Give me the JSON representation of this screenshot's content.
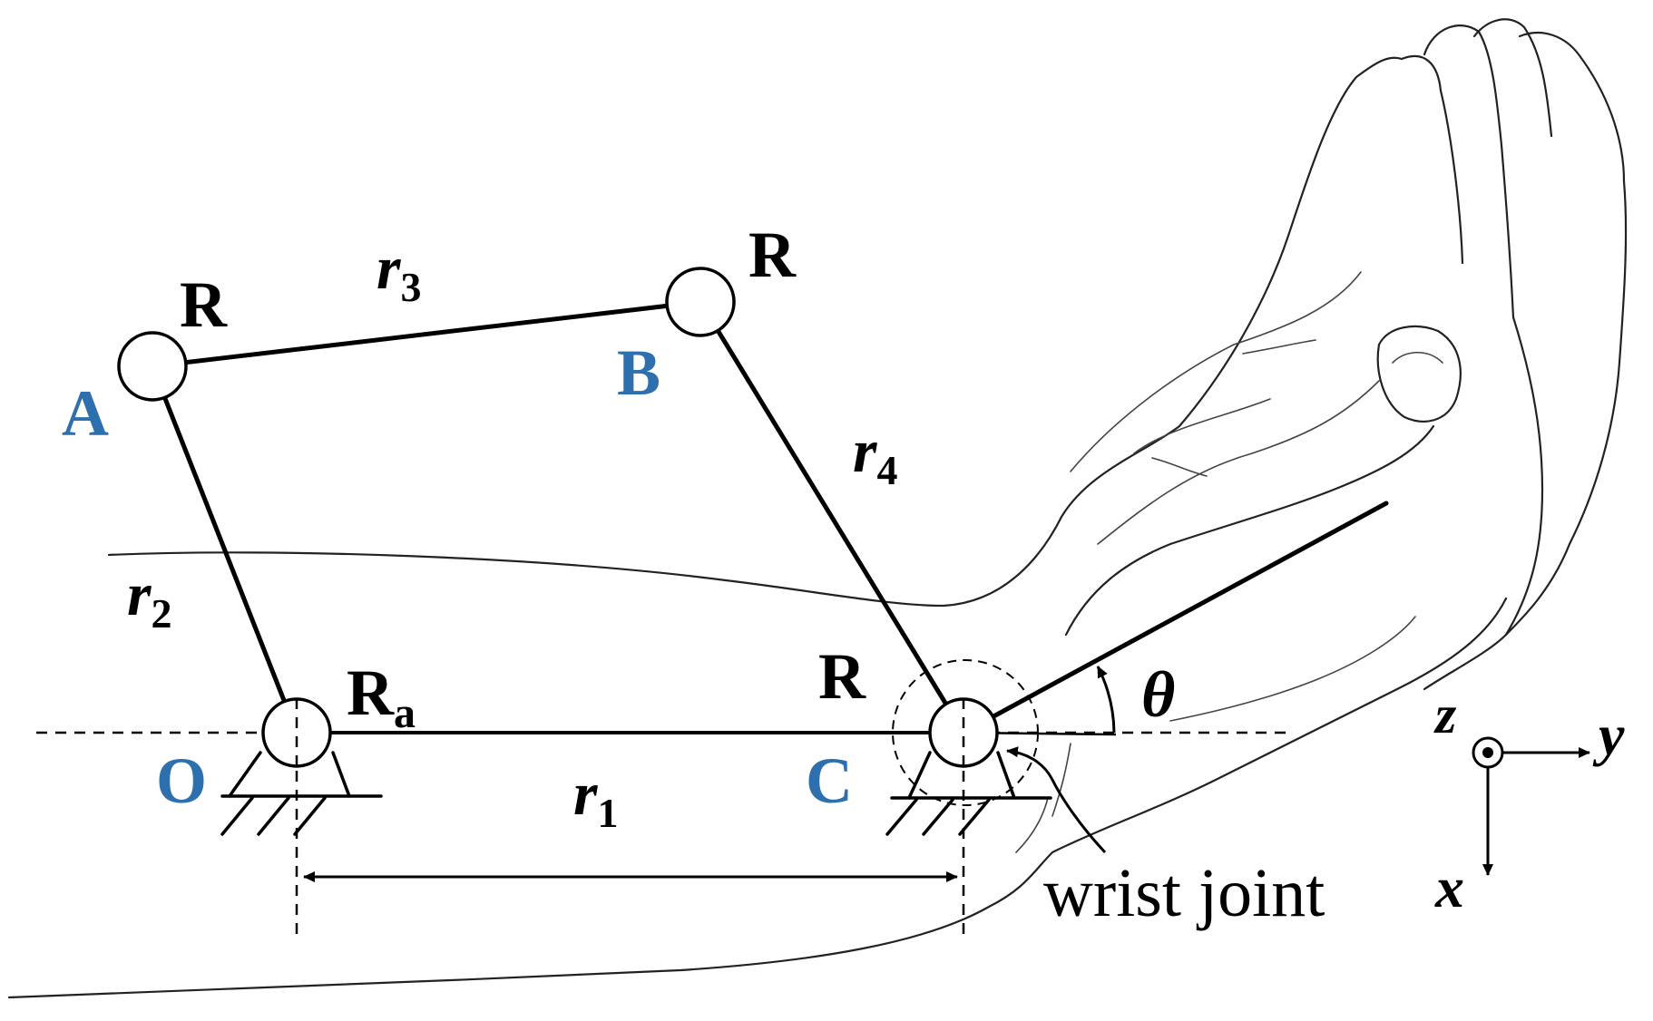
{
  "joints": {
    "A": {
      "name": "A",
      "type": "R"
    },
    "B": {
      "name": "B",
      "type": "R"
    },
    "C": {
      "name": "C",
      "type": "R"
    },
    "O": {
      "name": "O",
      "type_main": "R",
      "type_sub": "a"
    }
  },
  "links": {
    "r1": {
      "main": "r",
      "sub": "1"
    },
    "r2": {
      "main": "r",
      "sub": "2"
    },
    "r3": {
      "main": "r",
      "sub": "3"
    },
    "r4": {
      "main": "r",
      "sub": "4"
    }
  },
  "angle": "θ",
  "annotation": "wrist joint",
  "axes": {
    "z": "z",
    "y": "y",
    "x": "x"
  },
  "colors": {
    "joint_label": "#2e6fad",
    "lines": "#000000"
  }
}
